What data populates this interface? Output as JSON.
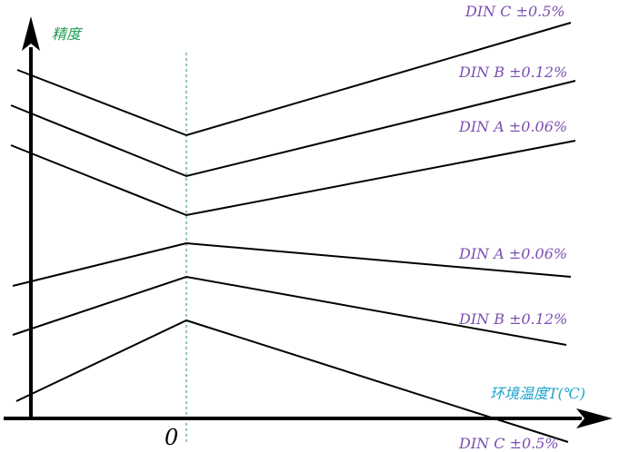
{
  "y_axis": {
    "label": "精度",
    "color": "#1e9c52"
  },
  "x_axis": {
    "label": "环境温度T(℃)",
    "color": "#1aa3cc",
    "origin_label": "0",
    "origin_color": "#000000"
  },
  "zero_guide_color": "#2a8a86",
  "line_color": "#000000",
  "band_label_color": "#7a4fb0",
  "bands": [
    {
      "id": "din-c-upper",
      "label": "DIN C ±0.5%"
    },
    {
      "id": "din-b-upper",
      "label": "DIN B ±0.12%"
    },
    {
      "id": "din-a-upper",
      "label": "DIN A ±0.06%"
    },
    {
      "id": "din-a-lower",
      "label": "DIN A ±0.06%"
    },
    {
      "id": "din-b-lower",
      "label": "DIN B ±0.12%"
    },
    {
      "id": "din-c-lower",
      "label": "DIN C ±0.5%"
    }
  ]
}
